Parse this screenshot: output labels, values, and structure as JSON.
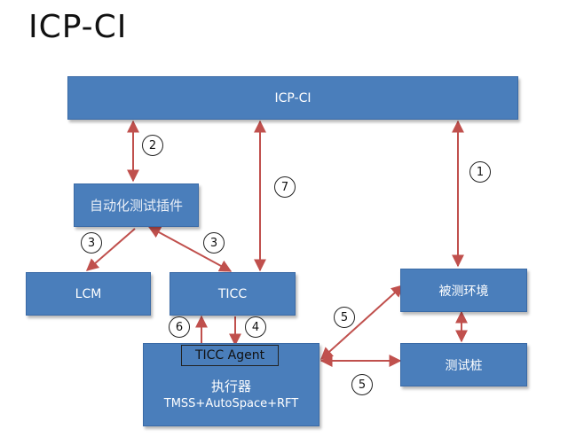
{
  "title": "ICP-CI",
  "boxes": {
    "icp_ci": "ICP-CI",
    "plugin": "自动化测试插件",
    "lcm": "LCM",
    "ticc": "TICC",
    "env": "被测环境",
    "stub": "测试桩",
    "executor_line1": "执行器",
    "executor_line2": "TMSS+AutoSpace+RFT",
    "agent": "TICC Agent"
  },
  "step_labels": [
    "1",
    "2",
    "3",
    "3",
    "4",
    "5",
    "5",
    "6",
    "7"
  ],
  "colors": {
    "box": "#4a7ebb",
    "arrow": "#c0504d"
  }
}
